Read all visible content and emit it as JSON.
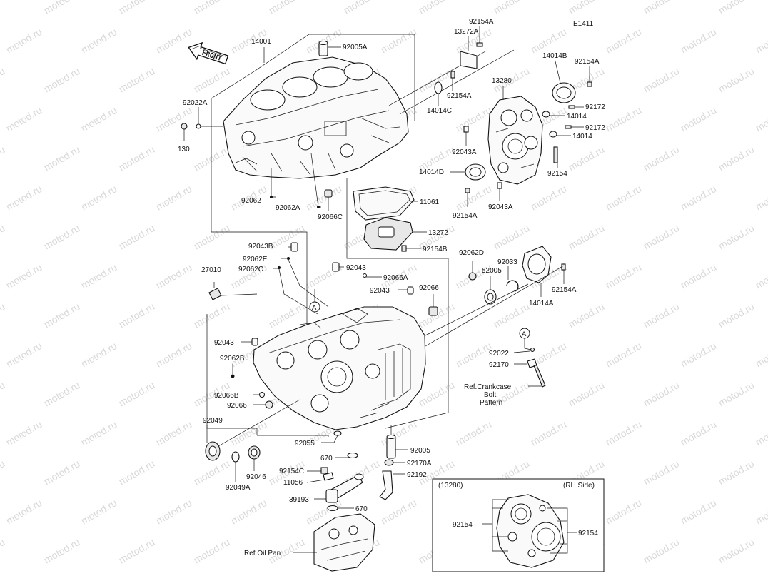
{
  "diagram_code": "E1411",
  "front_label": "FRONT",
  "watermark_text": "motod.ru",
  "callouts": {
    "c14001": "14001",
    "c92005A": "92005A",
    "c92154A_top": "92154A",
    "c13272A": "13272A",
    "c92154A_mid": "92154A",
    "c14014C": "14014C",
    "c13280": "13280",
    "c14014B": "14014B",
    "c92154A_tr": "92154A",
    "c92172_a": "92172",
    "c14014_a": "14014",
    "c92172_b": "92172",
    "c14014_b": "14014",
    "c92043A_a": "92043A",
    "c92154": "92154",
    "c14014D": "14014D",
    "c92154A_low": "92154A",
    "c92043A_b": "92043A",
    "c92022A": "92022A",
    "c130": "130",
    "c92062": "92062",
    "c92062A": "92062A",
    "c92066C": "92066C",
    "c11061": "11061",
    "c13272": "13272",
    "c92154B": "92154B",
    "c92043B": "92043B",
    "c92062E": "92062E",
    "c92062C": "92062C",
    "c27010": "27010",
    "c92043_a": "92043",
    "c92066A": "92066A",
    "c92043_b": "92043",
    "c92066": "92066",
    "c92062D": "92062D",
    "c92033": "92033",
    "c52005": "52005",
    "c92154A_r": "92154A",
    "c14014A": "14014A",
    "c92043_c": "92043",
    "c92062B": "92062B",
    "c92066B": "92066B",
    "c92066_b": "92066",
    "c92049": "92049",
    "c92049A": "92049A",
    "c92046": "92046",
    "c92055": "92055",
    "c670_a": "670",
    "c92154C": "92154C",
    "c11056": "11056",
    "c39193": "39193",
    "c670_b": "670",
    "c92005": "92005",
    "c92170A": "92170A",
    "c92192": "92192",
    "c92022": "92022",
    "c92170": "92170",
    "ref_crankcase_1": "Ref.Crankcase",
    "ref_crankcase_2": "Bolt",
    "ref_crankcase_3": "Pattern",
    "ref_oil_pan": "Ref.Oil Pan",
    "marker_a1": "A",
    "marker_a2": "A"
  },
  "inset": {
    "part_ref": "(13280)",
    "side": "(RH Side)",
    "callout_left": "92154",
    "callout_right": "92154"
  }
}
